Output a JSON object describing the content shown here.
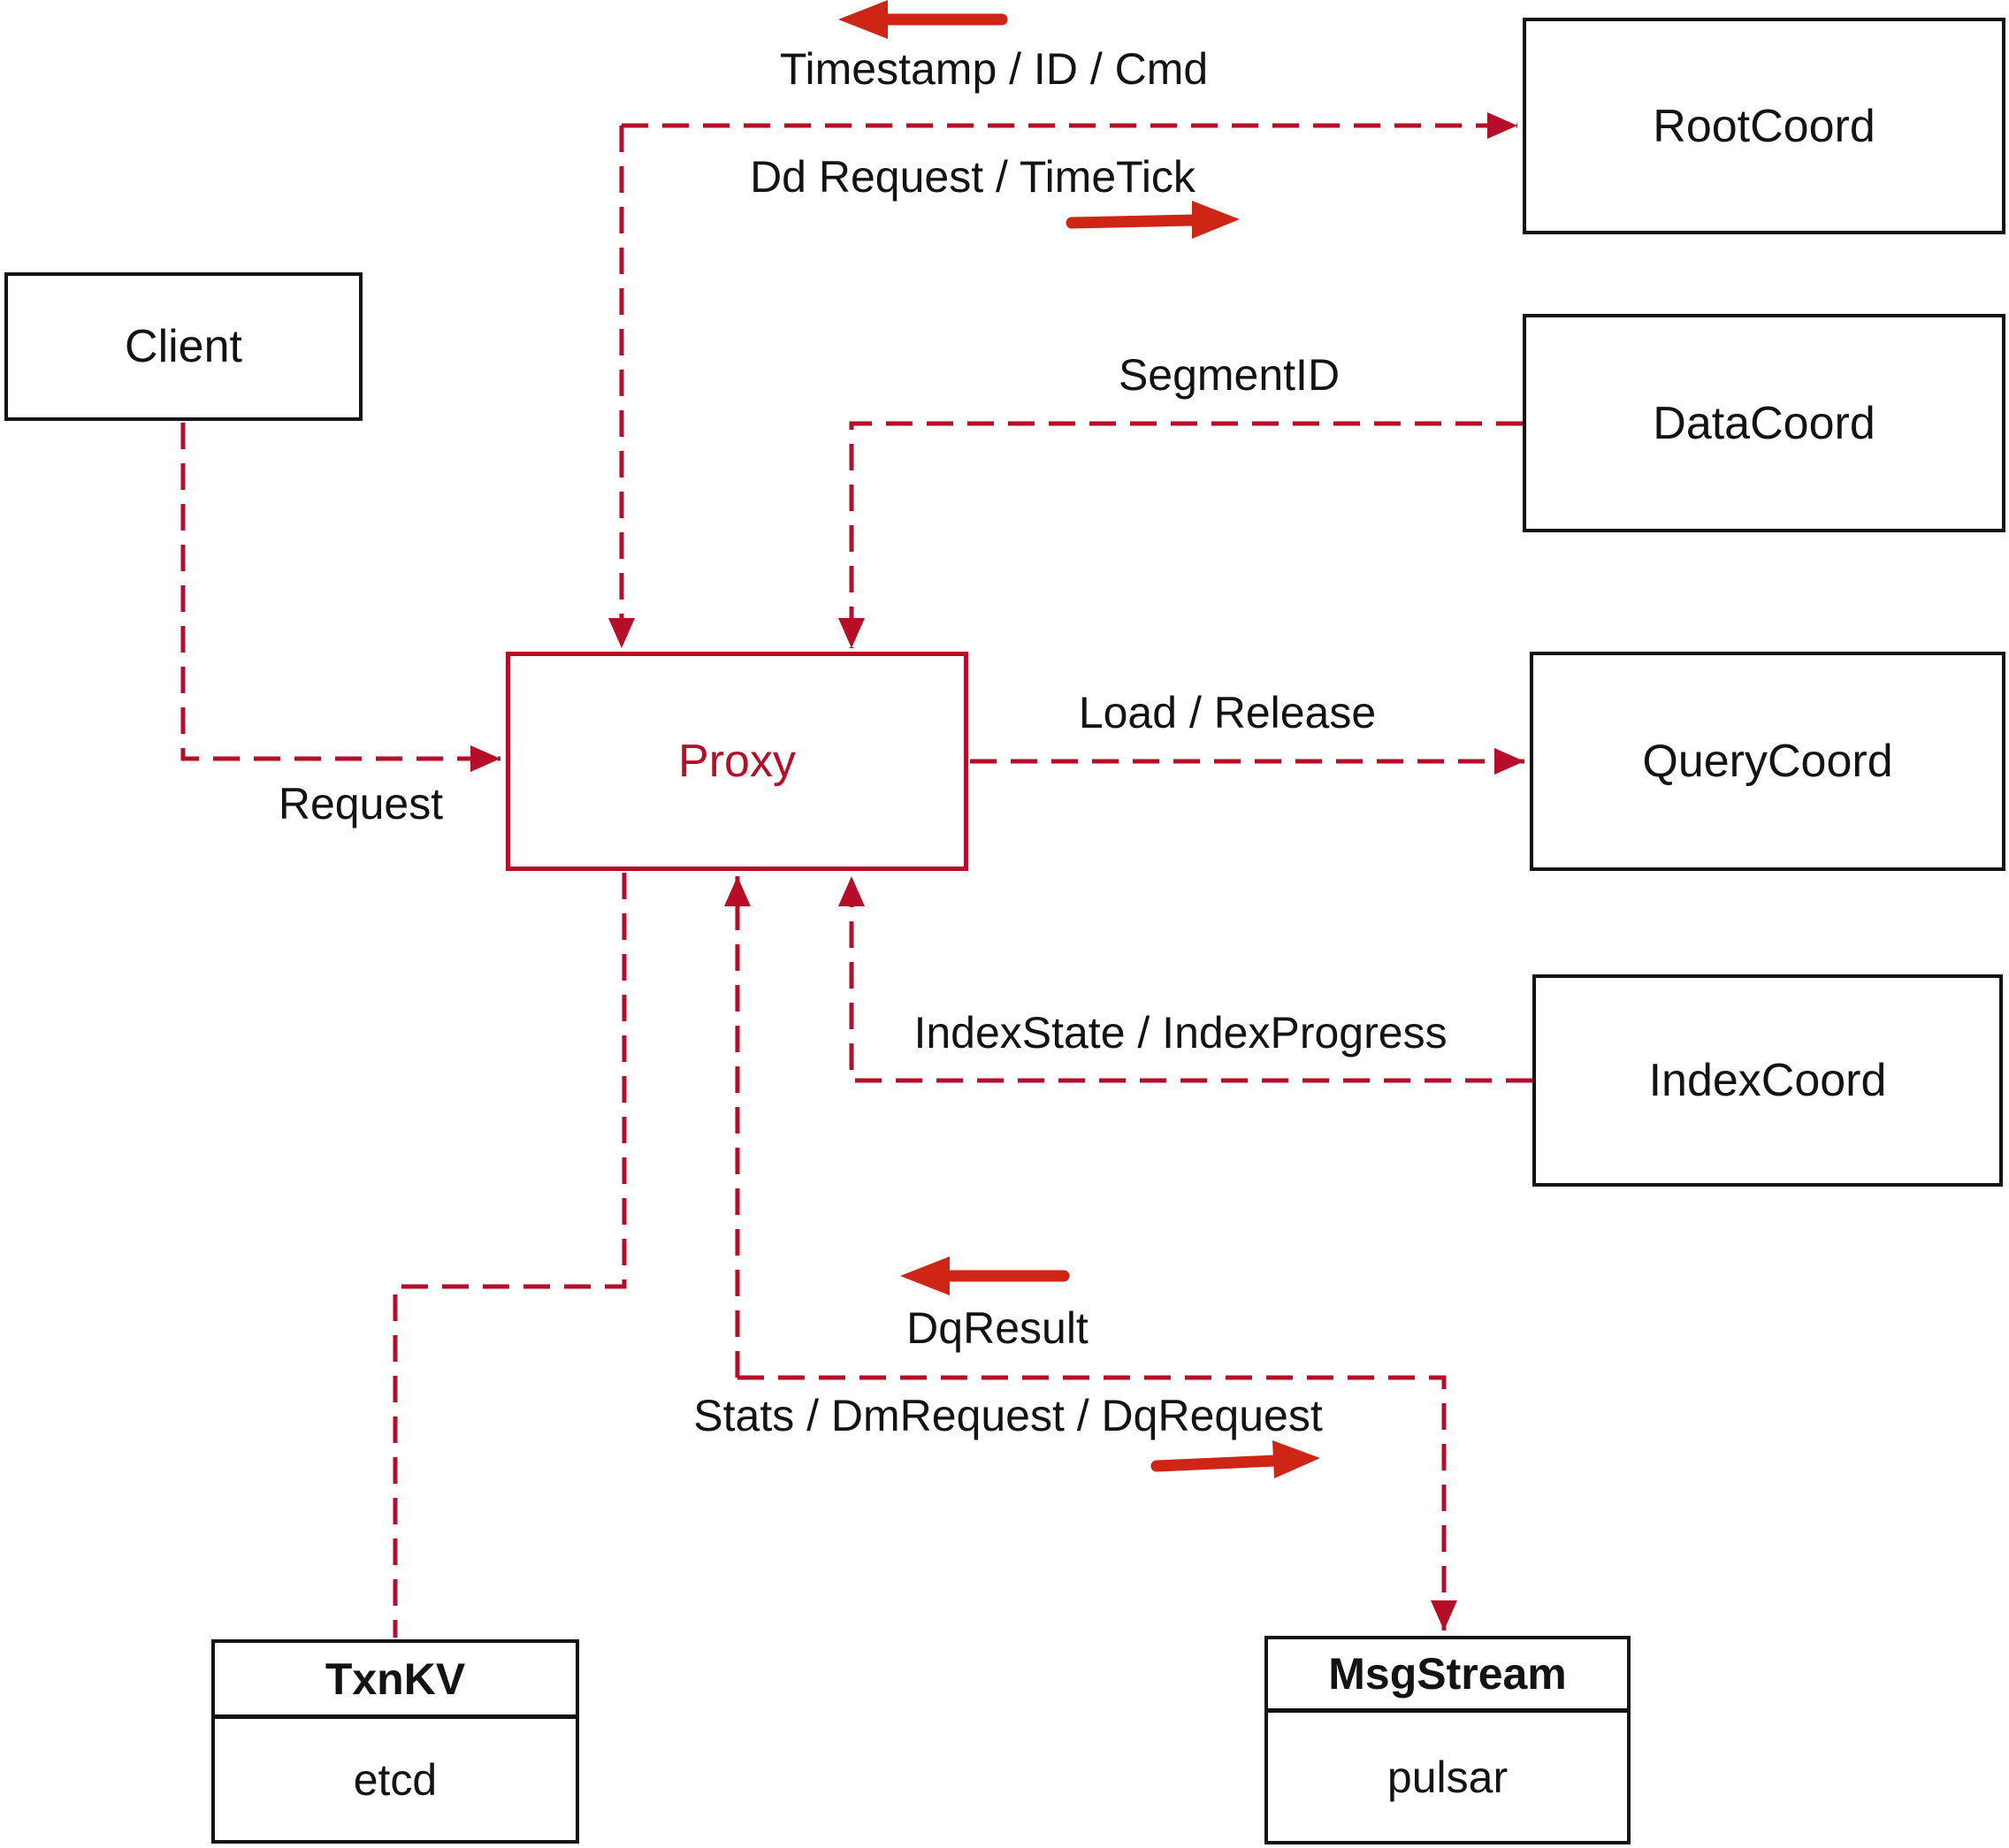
{
  "colors": {
    "line_crimson": "#b60e28",
    "annotation_arrow_red": "#cd2516",
    "text_black": "#131313",
    "background": "#ffffff"
  },
  "nodes": {
    "client": {
      "label": "Client"
    },
    "proxy": {
      "label": "Proxy"
    },
    "root_coord": {
      "label": "RootCoord"
    },
    "data_coord": {
      "label": "DataCoord"
    },
    "query_coord": {
      "label": "QueryCoord"
    },
    "index_coord": {
      "label": "IndexCoord"
    },
    "txn_kv": {
      "title": "TxnKV",
      "impl": "etcd"
    },
    "msg_stream": {
      "title": "MsgStream",
      "impl": "pulsar"
    }
  },
  "edges": {
    "root_coord_to_proxy": {
      "label": "Timestamp / ID / Cmd",
      "direction": "left"
    },
    "proxy_to_root_coord": {
      "label": "Dd Request / TimeTick",
      "direction": "right"
    },
    "data_coord_to_proxy": {
      "label": "SegmentID"
    },
    "client_to_proxy": {
      "label": "Request"
    },
    "proxy_to_query_coord": {
      "label": "Load / Release"
    },
    "index_coord_to_proxy": {
      "label": "IndexState / IndexProgress"
    },
    "msg_stream_to_proxy": {
      "label": "DqResult",
      "direction": "left"
    },
    "proxy_to_msg_stream": {
      "label": "Stats / DmRequest / DqRequest",
      "direction": "right"
    }
  }
}
